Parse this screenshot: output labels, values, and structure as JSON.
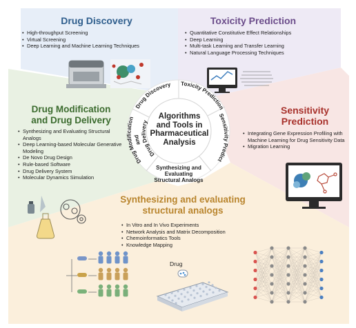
{
  "center": {
    "title_lines": [
      "Algorithms",
      "and Tools in",
      "Pharmaceutical",
      "Analysis"
    ]
  },
  "ring_labels": {
    "drug_discovery": "Drug Discovery",
    "toxicity_prediction": "Toxicity Prediction",
    "sensitivity_prediction": "Sensitivity Prediction",
    "synthesizing_line1": "Synthesizing and",
    "synthesizing_line2": "Evaluating",
    "synthesizing_line3": "Structural Analogs",
    "drug_mod_line1": "Drug Modification",
    "drug_mod_line2": "and",
    "drug_mod_line3": "Drug Delivery"
  },
  "sections": {
    "drug_discovery": {
      "title": "Drug Discovery",
      "color": "#2e5d8c",
      "items": [
        "High-throughput Screening",
        "Virtual Screening",
        "Deep Learning and Machine Learning Techniques"
      ]
    },
    "toxicity_prediction": {
      "title": "Toxicity Prediction",
      "color": "#6b4c8a",
      "items": [
        "Quantitative Constitutive Effect Relationships",
        "Deep Learning",
        "Multi-task Learning and Transfer Learning",
        "Natural Language Processing Techniques"
      ]
    },
    "drug_modification": {
      "title_line1": "Drug Modification",
      "title_line2": "and Drug Delivery",
      "color": "#3b6b2e",
      "items": [
        "Synthesizing and Evaluating Structural Analogs",
        "Deep Learning-based Molecular Generative Modeling",
        "De Novo Drug Design",
        "Rule-based Software",
        "Drug Delivery System",
        "Molecular Dynamics Simulation"
      ]
    },
    "sensitivity_prediction": {
      "title_line1": "Sensitivity",
      "title_line2": "Prediction",
      "color": "#a8322c",
      "items": [
        "Integrating Gene Expression Profiling with Machine Learning for Drug Sensitivity Data",
        "Migration Learning"
      ]
    },
    "synthesizing": {
      "title_line1": "Synthesizing and evaluating",
      "title_line2": "structural analogs",
      "color": "#b9852e",
      "items": [
        "In Vitro and In Vivo Experiments",
        "Network Analysis and Matrix Decomposition",
        "Chemoinformatics Tools",
        "Knowledge Mapping"
      ],
      "drug_label": "Drug"
    }
  },
  "colors": {
    "bg_blue": "#e7eef8",
    "bg_purple": "#eeeaf5",
    "bg_green": "#e9f1e3",
    "bg_pink": "#f8e6e4",
    "bg_peach": "#fbefdc",
    "ring_fill": "#ffffff",
    "inner_fill": "#ffffff"
  }
}
